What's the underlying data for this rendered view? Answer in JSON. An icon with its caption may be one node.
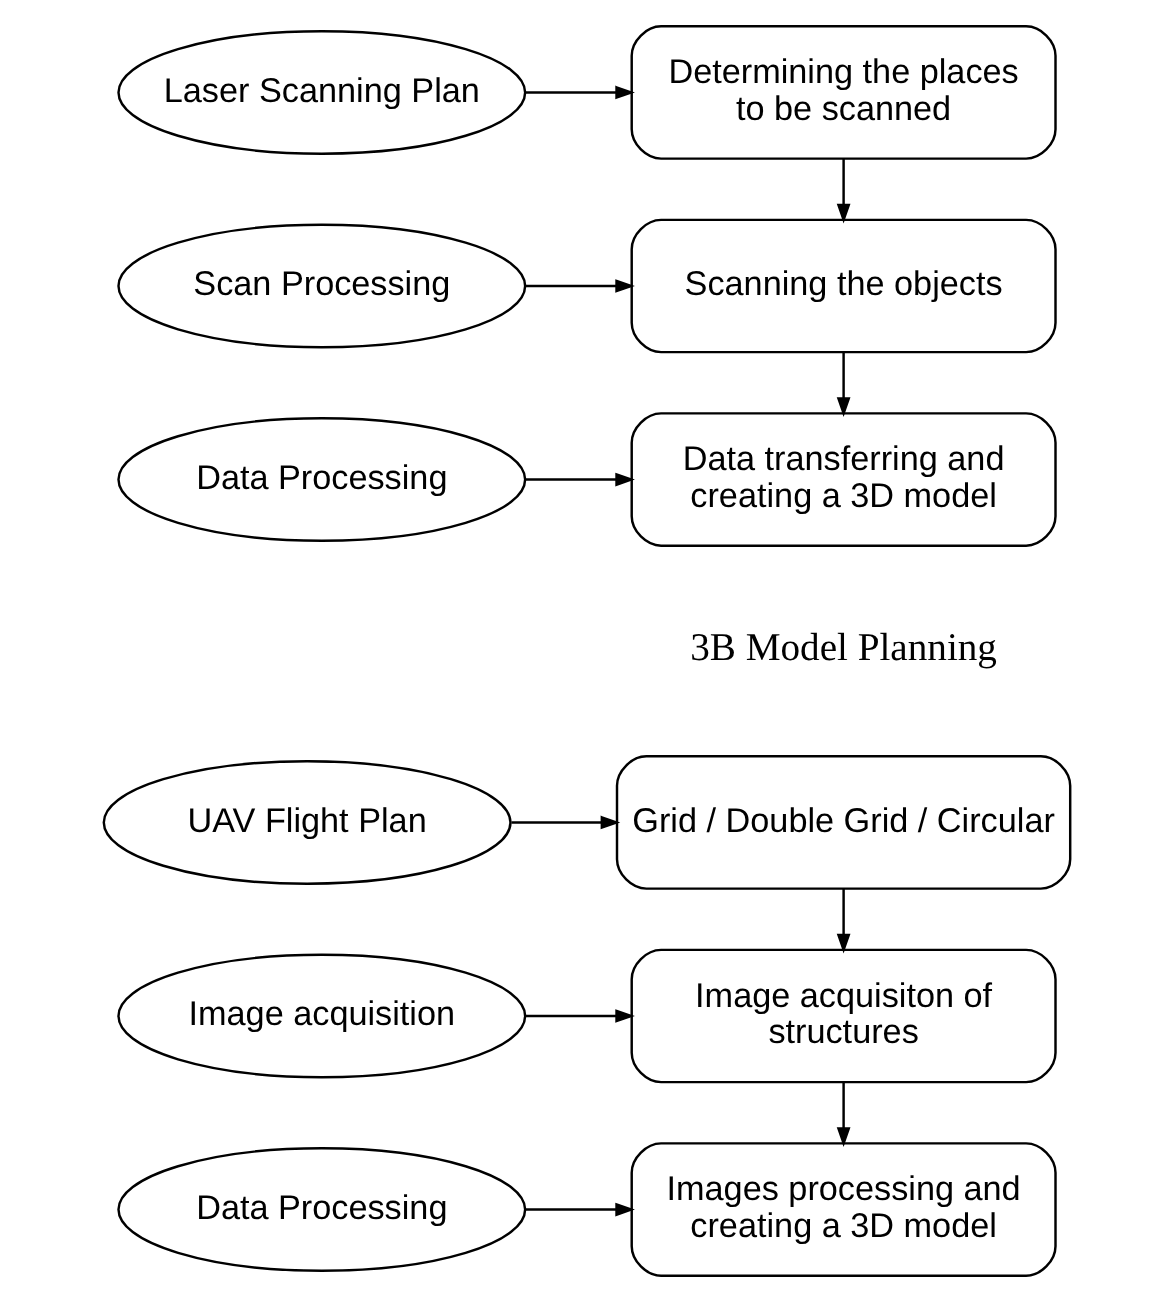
{
  "diagram": {
    "nodes": [
      {
        "text": [
          "Laser Scanning Plan"
        ]
      },
      {
        "text": [
          "Determining the places to be scanned"
        ]
      },
      {
        "text": [
          "Scan Processing"
        ]
      },
      {
        "text": [
          "Scanning the objects"
        ]
      },
      {
        "text": [
          "Data Processing"
        ]
      },
      {
        "text": [
          "Data transferring and creating a 3D model"
        ]
      },
      {
        "text": [
          "UAV Flight Plan"
        ]
      },
      {
        "text": [
          "Grid / Double Grid / Circular"
        ]
      },
      {
        "text": [
          "Image acquisition"
        ]
      },
      {
        "text": [
          "Image acquisiton of structures"
        ]
      },
      {
        "text": [
          "Data Processing"
        ]
      },
      {
        "text": [
          "Images processing and creating a 3D model"
        ]
      }
    ],
    "edges": [
      {
        "from": 0,
        "to": 1,
        "arrow": "to"
      },
      {
        "from": 1,
        "to": 3,
        "arrow": "to"
      },
      {
        "from": 2,
        "to": 3,
        "arrow": "to"
      },
      {
        "from": 3,
        "to": 5,
        "arrow": "to"
      },
      {
        "from": 4,
        "to": 5,
        "arrow": "to"
      },
      {
        "from": 6,
        "to": 7,
        "arrow": "to"
      },
      {
        "from": 7,
        "to": 9,
        "arrow": "to"
      },
      {
        "from": 8,
        "to": 9,
        "arrow": "to"
      },
      {
        "from": 9,
        "to": 11,
        "arrow": "to"
      },
      {
        "from": 10,
        "to": 11,
        "arrow": "to"
      }
    ],
    "labels": [
      "3B Model Planning"
    ]
  }
}
